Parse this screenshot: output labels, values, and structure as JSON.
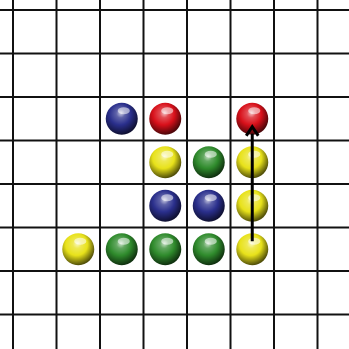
{
  "board": {
    "line_color": "#111111",
    "background": "#ffffff",
    "columns": 8,
    "rows": 8
  },
  "ball_colors": {
    "blue": "#2a2f8c",
    "red": "#d8101a",
    "yellow": "#e8e21a",
    "green": "#2f8b2c"
  },
  "balls": [
    {
      "row": 2,
      "col": 2,
      "color": "blue"
    },
    {
      "row": 2,
      "col": 3,
      "color": "red"
    },
    {
      "row": 2,
      "col": 5,
      "color": "red"
    },
    {
      "row": 3,
      "col": 3,
      "color": "yellow"
    },
    {
      "row": 3,
      "col": 4,
      "color": "green"
    },
    {
      "row": 3,
      "col": 5,
      "color": "yellow"
    },
    {
      "row": 4,
      "col": 3,
      "color": "blue"
    },
    {
      "row": 4,
      "col": 4,
      "color": "blue"
    },
    {
      "row": 4,
      "col": 5,
      "color": "yellow"
    },
    {
      "row": 5,
      "col": 1,
      "color": "yellow"
    },
    {
      "row": 5,
      "col": 2,
      "color": "green"
    },
    {
      "row": 5,
      "col": 3,
      "color": "green"
    },
    {
      "row": 5,
      "col": 4,
      "color": "green"
    },
    {
      "row": 5,
      "col": 5,
      "color": "yellow"
    }
  ],
  "move_arrow": {
    "from": {
      "row": 5,
      "col": 5
    },
    "to": {
      "row": 2,
      "col": 5
    },
    "color": "#000000"
  }
}
